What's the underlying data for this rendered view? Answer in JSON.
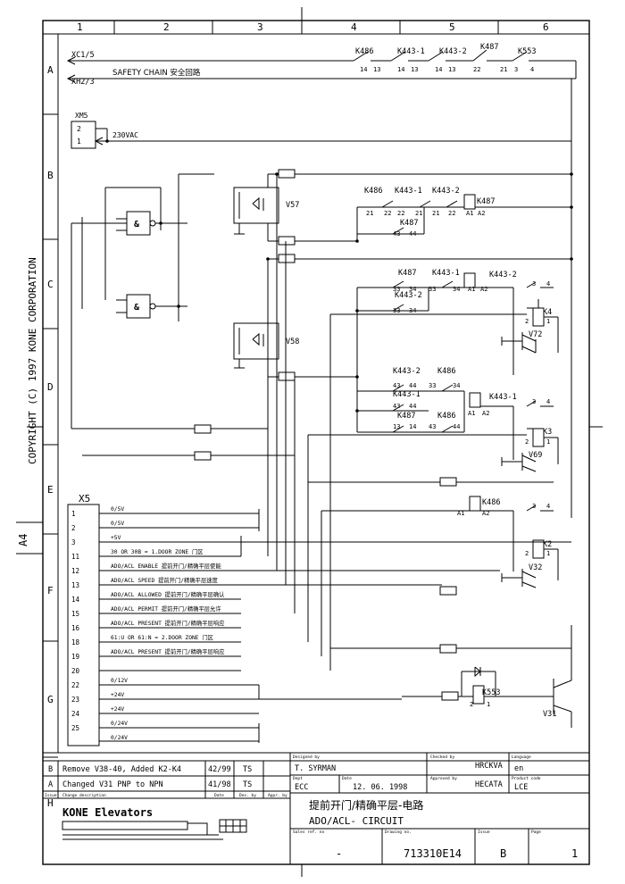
{
  "sheet": {
    "columns": [
      "1",
      "2",
      "3",
      "4",
      "5",
      "6"
    ],
    "rows": [
      "A",
      "B",
      "C",
      "D",
      "E",
      "F",
      "G",
      "H"
    ],
    "copyright": "COPYRIGHT (C) 1997 KONE CORPORATION",
    "paper_size": "A4"
  },
  "circuit": {
    "safety": {
      "xc1": "XC1/5",
      "xh2": "XH2/3",
      "chain_label": "SAFETY CHAIN 安全回路",
      "contacts": [
        {
          "name": "K486",
          "pins": [
            "14",
            "13"
          ]
        },
        {
          "name": "K443-1",
          "pins": [
            "14",
            "13"
          ]
        },
        {
          "name": "K443-2",
          "pins": [
            "14",
            "13"
          ]
        },
        {
          "name": "K487",
          "pins": [
            "22",
            "21"
          ]
        },
        {
          "name": "K553",
          "pins": [
            "3",
            "4"
          ]
        }
      ]
    },
    "xm5": {
      "label": "XM5",
      "pins": [
        "2",
        "1"
      ],
      "voltage": "230VAC"
    },
    "gates": [
      "&",
      "&"
    ],
    "optos": [
      "V57",
      "V58"
    ],
    "k487_coil": {
      "label": "K487",
      "row1_labels": [
        "K486",
        "K443-1",
        "K443-2"
      ],
      "row1_pins": [
        "21",
        "22",
        "22",
        "21",
        "21",
        "22"
      ],
      "hold_label": "K487",
      "hold_pins": [
        "43",
        "44"
      ],
      "coil_pins": [
        "A1",
        "A2"
      ]
    },
    "k443_2_coil": {
      "label": "K443-2",
      "row_labels": [
        "K487",
        "K443-1"
      ],
      "row_pins": [
        "33",
        "34",
        "33",
        "34"
      ],
      "sub_label": "K443-2",
      "sub_pins": [
        "33",
        "34"
      ],
      "coil_pins": [
        "A1",
        "A2"
      ]
    },
    "k443_1_coil": {
      "label": "K443-1",
      "top_labels": [
        "K443-2",
        "K486"
      ],
      "top_pins": [
        "43",
        "44",
        "33",
        "34"
      ],
      "mid_label": "K443-1",
      "mid_pins": [
        "43",
        "44"
      ],
      "bot_labels": [
        "K487",
        "K486"
      ],
      "bot_pins": [
        "13",
        "14",
        "43",
        "44"
      ],
      "coil_pins": [
        "A1",
        "A2"
      ]
    },
    "k486_coil": {
      "label": "K486",
      "coil_pins": [
        "A1",
        "A2"
      ]
    },
    "relays": [
      {
        "coil": "K4",
        "contact_pins": [
          "3",
          "4"
        ],
        "coil_pins": [
          "2",
          "1"
        ],
        "transistor": "V72"
      },
      {
        "coil": "K3",
        "contact_pins": [
          "3",
          "4"
        ],
        "coil_pins": [
          "2",
          "1"
        ],
        "transistor": "V69"
      },
      {
        "coil": "K2",
        "contact_pins": [
          "3",
          "4"
        ],
        "coil_pins": [
          "2",
          "1"
        ],
        "transistor": "V32"
      }
    ],
    "k553": {
      "label": "K553",
      "pins": [
        "2",
        "1"
      ],
      "transistor": "V31"
    }
  },
  "x5": {
    "title": "X5",
    "pins": [
      {
        "num": "1",
        "text": "0/5V"
      },
      {
        "num": "2",
        "text": "0/5V"
      },
      {
        "num": "3",
        "text": "+5V"
      },
      {
        "num": "11",
        "text": "30 OR 30B = 1.DOOR ZONE   门区"
      },
      {
        "num": "12",
        "text": "ADO/ACL  ENABLE 提前开门/精确平层使能"
      },
      {
        "num": "13",
        "text": "ADO/ACL  SPEED 提前开门/精确平层速度"
      },
      {
        "num": "14",
        "text": "ADO/ACL  ALLOWED 提前开门/精确平层确认"
      },
      {
        "num": "15",
        "text": "ADO/ACL  PERMIT 提前开门/精确平层允许"
      },
      {
        "num": "16",
        "text": "ADO/ACL  PRESENT 提前开门/精确平层响应"
      },
      {
        "num": "18",
        "text": "61:U OR 61:N = 2.DOOR ZONE  门区"
      },
      {
        "num": "19",
        "text": "ADO/ACL  PRESENT 提前开门/精确平层响应"
      },
      {
        "num": "20",
        "text": "0/12V"
      },
      {
        "num": "22",
        "text": "+24V"
      },
      {
        "num": "23",
        "text": "+24V"
      },
      {
        "num": "24",
        "text": "0/24V"
      },
      {
        "num": "25",
        "text": "0/24V"
      }
    ]
  },
  "revisions": [
    {
      "issue": "B",
      "desc": "Remove V38-40, Added K2-K4",
      "date": "42/99",
      "by": "TS"
    },
    {
      "issue": "A",
      "desc": "Changed V31 PNP to NPN",
      "date": "41/98",
      "by": "TS"
    }
  ],
  "rev_headers": {
    "issue": "Issue",
    "desc": "Change description",
    "date": "Date",
    "by": "Des. by",
    "appr": "Appr. by"
  },
  "title_block": {
    "company": "KONE Elevators",
    "designed_by_label": "Designed by",
    "designed_by": "T. SYRMAN",
    "checked_by_label": "Checked by",
    "checked_by": "HRCKVA",
    "language_label": "Language",
    "language": "en",
    "dept_label": "Dept",
    "dept": "ECC",
    "date_label": "Date",
    "date": "12. 06. 1998",
    "approved_by_label": "Approved by",
    "approved_by": "HECATA",
    "product_code_label": "Product code",
    "product_code": "LCE",
    "title_cn": "提前开门/精确平层-电路",
    "title_en": "ADO/ACL- CIRCUIT",
    "sales_ref_label": "Sales ref. no",
    "sales_ref": "-",
    "drawing_no_label": "Drawing no.",
    "drawing_no": "713310E14",
    "issue_label": "Issue",
    "issue": "B",
    "page_label": "Page",
    "page": "1"
  },
  "colors": {
    "ink": "#000000",
    "paper": "#ffffff"
  }
}
